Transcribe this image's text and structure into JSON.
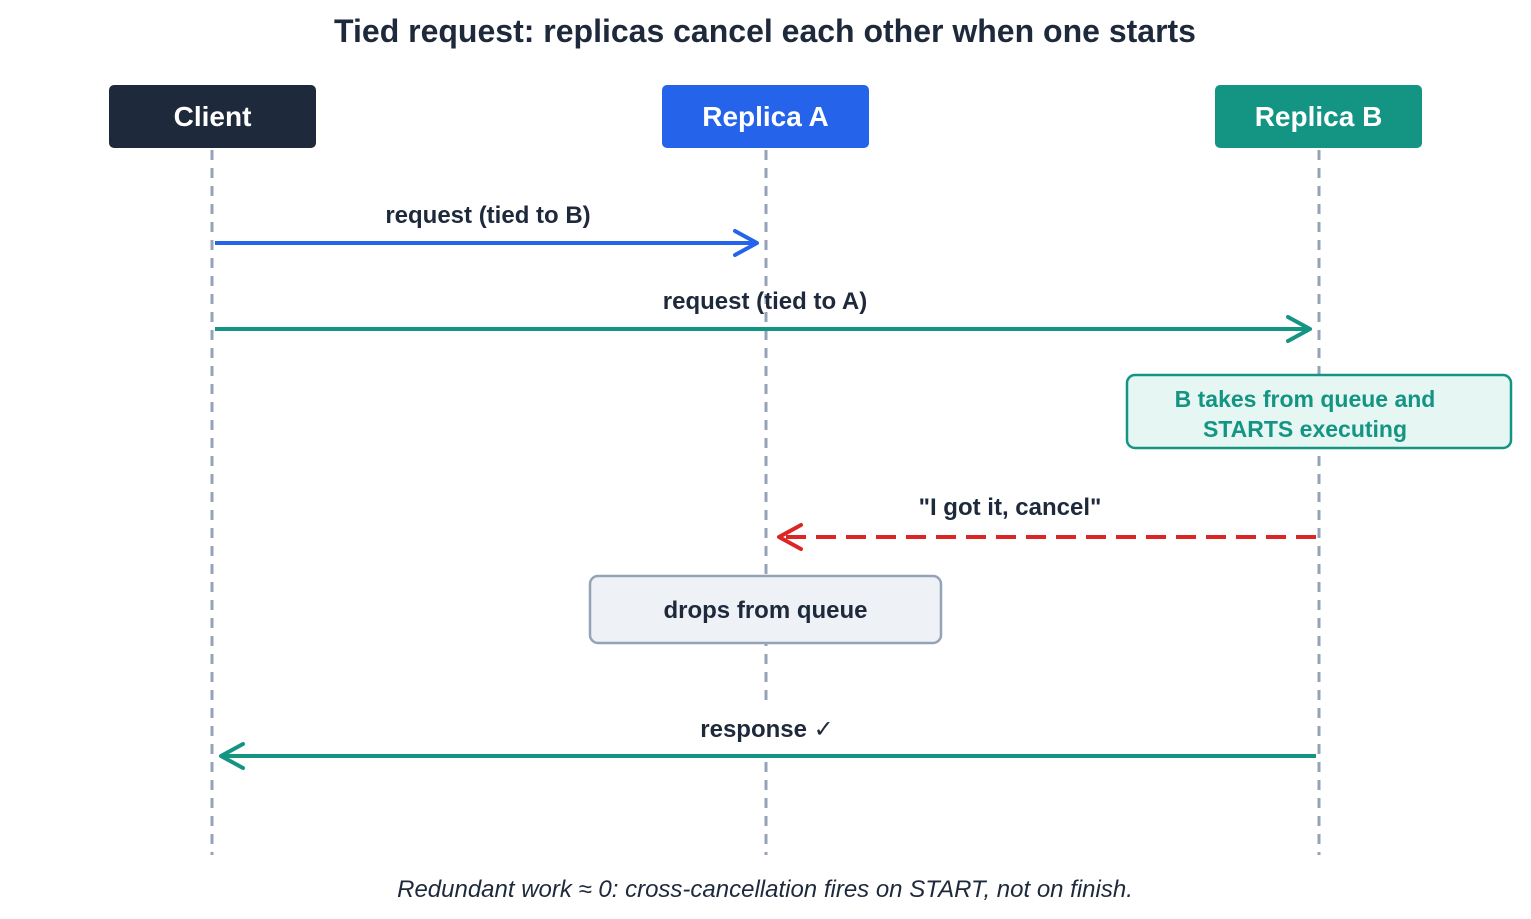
{
  "title": "Tied request: replicas cancel each other when one starts",
  "colors": {
    "title": "#1e293b",
    "lifeline": "#94a3b8",
    "client": "#1e293b",
    "replica_a": "#2563eb",
    "replica_b": "#149584",
    "cancel": "#dc2626",
    "note_b_fill": "#e6f6f2",
    "note_a_fill": "#eef1f6",
    "note_a_border": "#94a3b8",
    "label_text": "#1e293b",
    "caption": "#1e293b"
  },
  "actors": {
    "client": {
      "label": "Client"
    },
    "replica_a": {
      "label": "Replica A"
    },
    "replica_b": {
      "label": "Replica B"
    }
  },
  "messages": {
    "request_to_a": {
      "label": "request (tied to B)",
      "from": "Client",
      "to": "Replica A"
    },
    "request_to_b": {
      "label": "request (tied to A)",
      "from": "Client",
      "to": "Replica B"
    },
    "cancel": {
      "label": "\"I got it, cancel\"",
      "from": "Replica B",
      "to": "Replica A",
      "style": "dashed"
    },
    "response": {
      "label": "response ✓",
      "from": "Replica B",
      "to": "Client"
    }
  },
  "notes": {
    "b_starts": {
      "line1": "B takes from queue and",
      "line2": "STARTS executing"
    },
    "a_drops": {
      "label": "drops from queue"
    }
  },
  "caption": "Redundant work ≈ 0: cross-cancellation fires on START, not on finish."
}
